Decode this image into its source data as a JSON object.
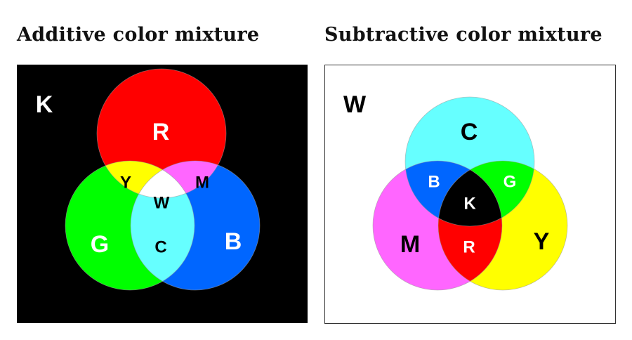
{
  "additive": {
    "title": "Additive color mixture",
    "background_label": "K",
    "labels": {
      "red": "R",
      "green": "G",
      "blue": "B",
      "yellow": "Y",
      "magenta": "M",
      "cyan": "C",
      "white": "W"
    }
  },
  "subtractive": {
    "title": "Subtractive color mixture",
    "background_label": "W",
    "labels": {
      "cyan": "C",
      "magenta": "M",
      "yellow": "Y",
      "blue": "B",
      "green": "G",
      "red": "R",
      "black": "K"
    }
  },
  "colors": {
    "red": "#ff0000",
    "green": "#00ff00",
    "blue": "#0066ff",
    "yellow": "#ffff00",
    "magenta": "#ff66ff",
    "cyan": "#66ffff",
    "white": "#ffffff",
    "black": "#000000"
  }
}
